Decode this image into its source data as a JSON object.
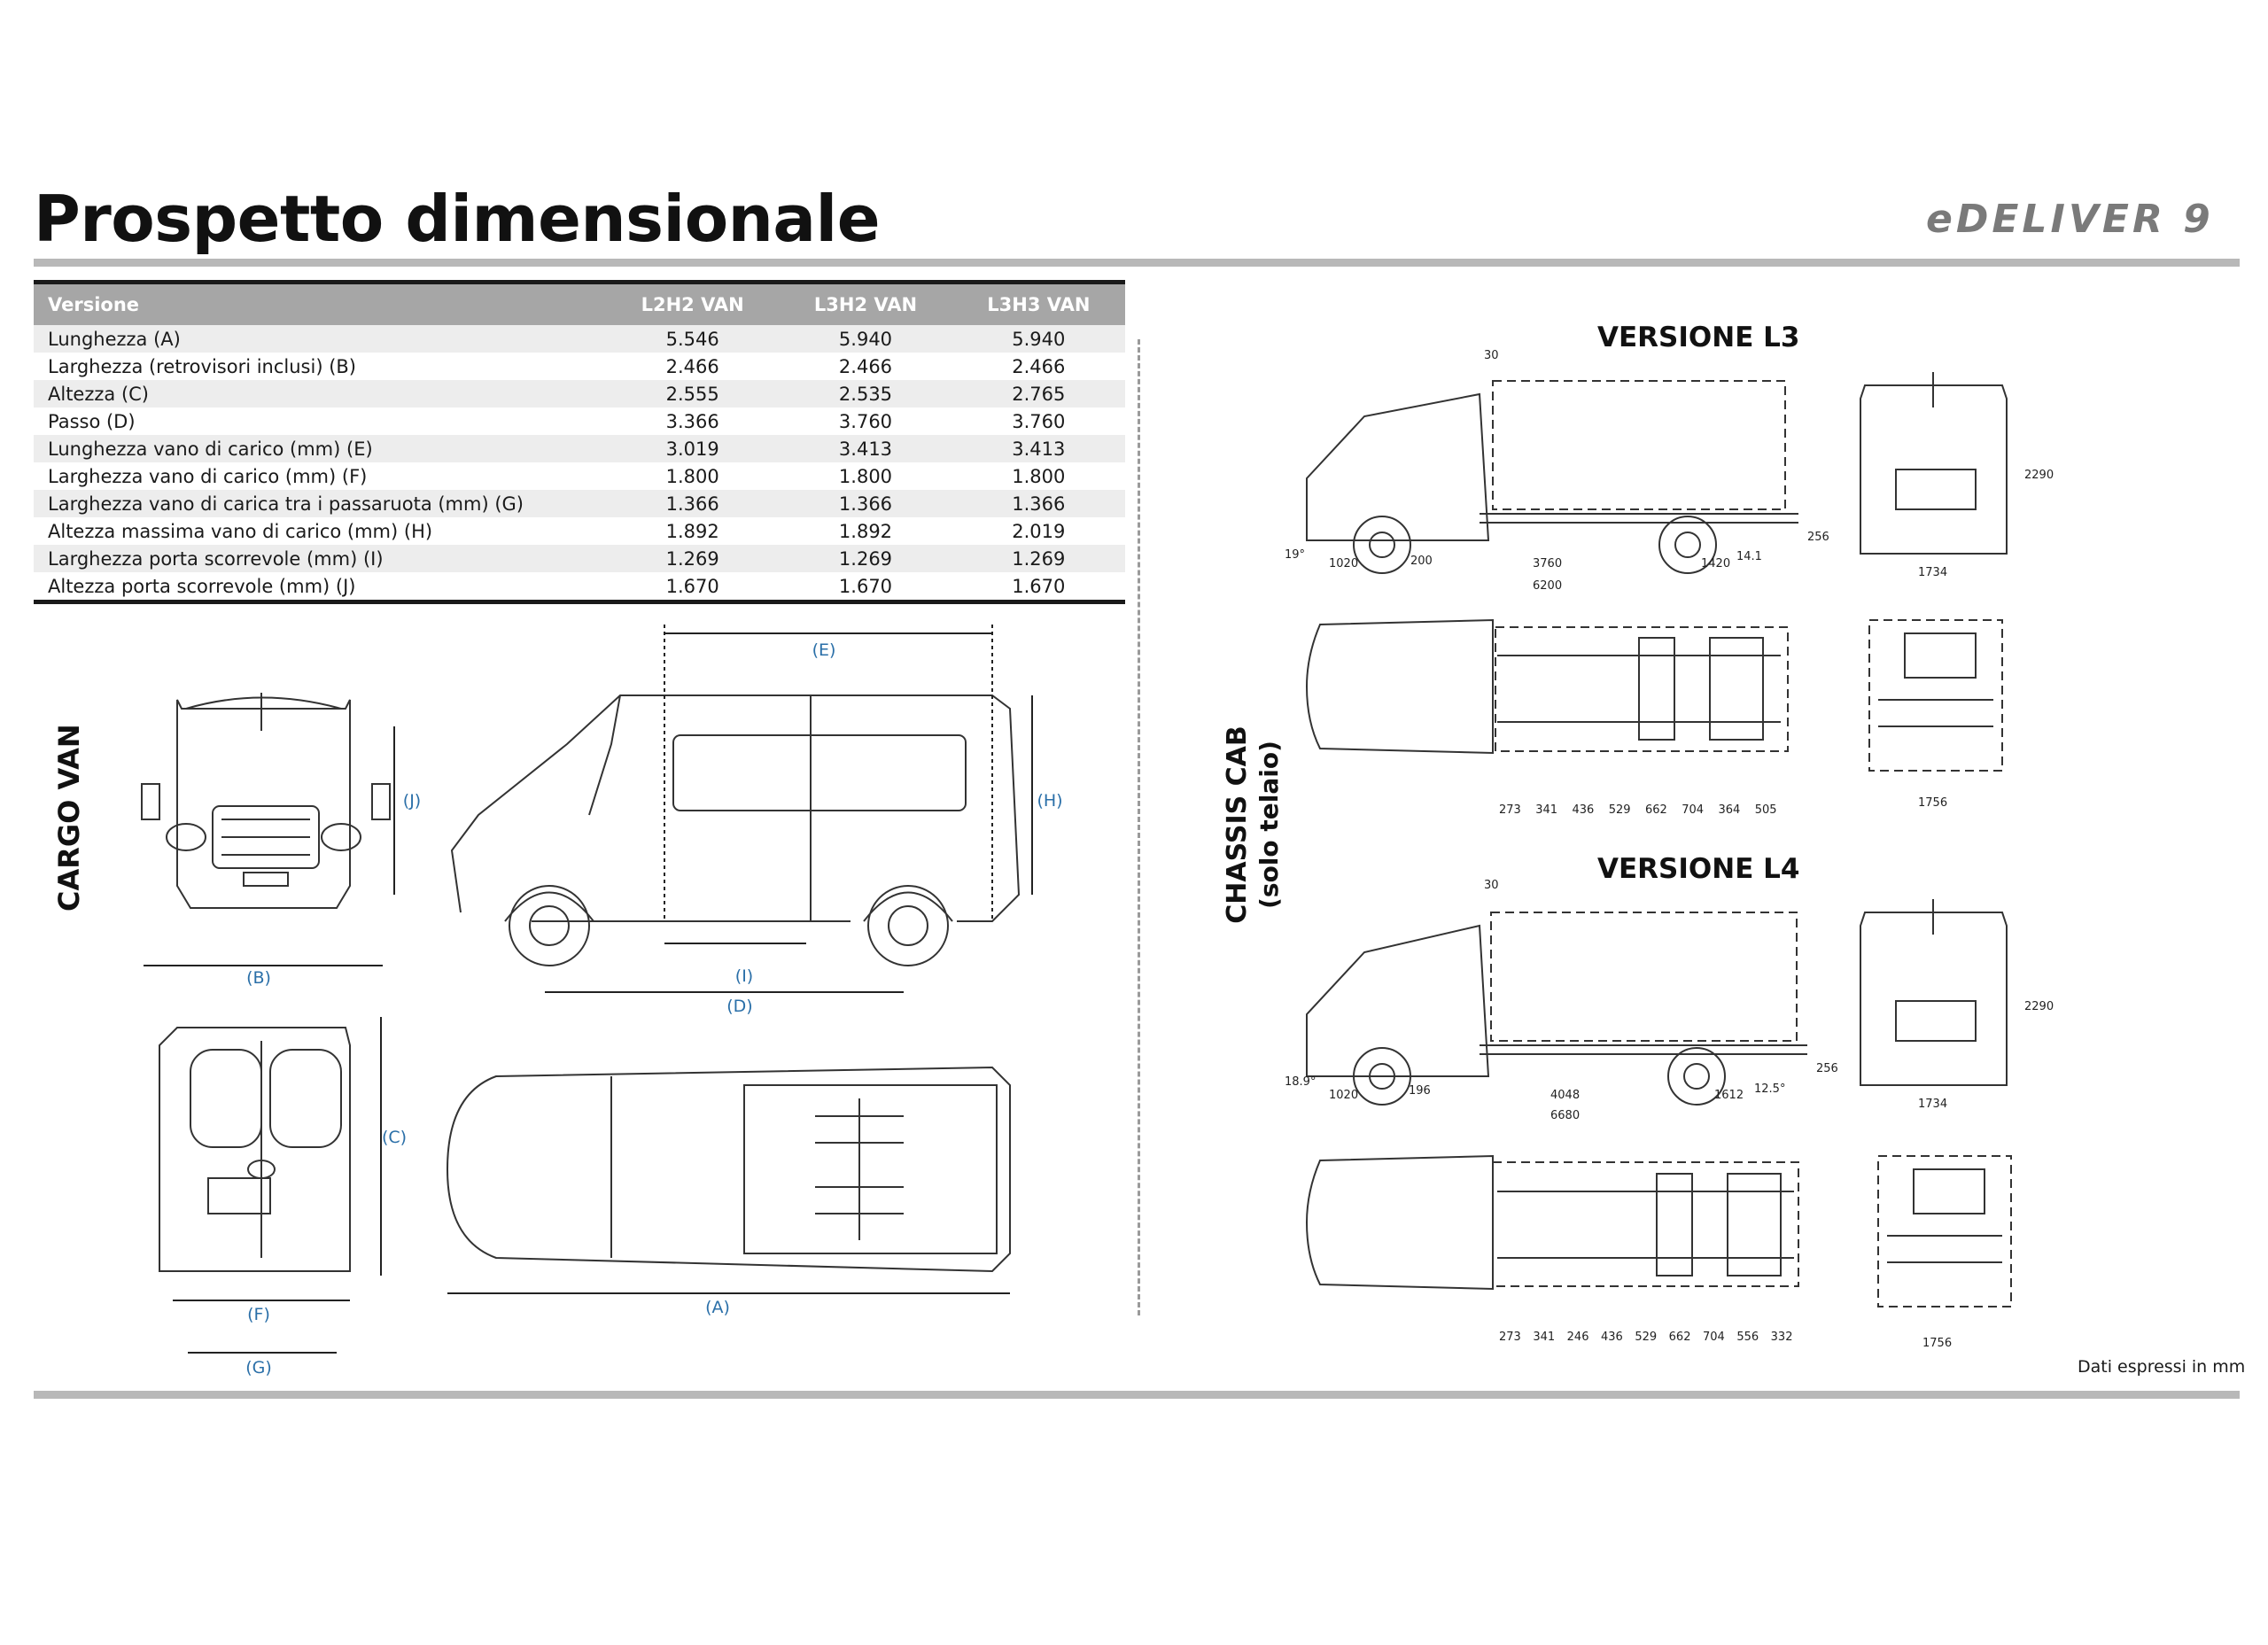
{
  "page": {
    "title": "Prospetto dimensionale",
    "footnote": "Dati espressi in mm"
  },
  "brand": {
    "logo": "eDELIVER 9",
    "accent": "#1f4e79"
  },
  "table": {
    "headers": [
      "Versione",
      "L2H2 VAN",
      "L3H2 VAN",
      "L3H3 VAN"
    ],
    "rows": [
      [
        "Lunghezza (A)",
        "5.546",
        "5.940",
        "5.940"
      ],
      [
        "Larghezza (retrovisori inclusi) (B)",
        "2.466",
        "2.466",
        "2.466"
      ],
      [
        "Altezza (C)",
        "2.555",
        "2.535",
        "2.765"
      ],
      [
        "Passo (D)",
        "3.366",
        "3.760",
        "3.760"
      ],
      [
        "Lunghezza vano di carico (mm) (E)",
        "3.019",
        "3.413",
        "3.413"
      ],
      [
        "Larghezza vano di carico (mm) (F)",
        "1.800",
        "1.800",
        "1.800"
      ],
      [
        "Larghezza vano di carica tra i passaruota (mm) (G)",
        "1.366",
        "1.366",
        "1.366"
      ],
      [
        "Altezza massima vano di carico (mm) (H)",
        "1.892",
        "1.892",
        "2.019"
      ],
      [
        "Larghezza porta scorrevole (mm) (I)",
        "1.269",
        "1.269",
        "1.269"
      ],
      [
        "Altezza porta scorrevole (mm) (J)",
        "1.670",
        "1.670",
        "1.670"
      ]
    ]
  },
  "sections": {
    "cargo": "CARGO VAN",
    "chassis": "CHASSIS CAB",
    "chassis_sub": "(solo telaio)",
    "l3": "VERSIONE L3",
    "l4": "VERSIONE L4"
  },
  "cargo_dims": {
    "a": "(A)",
    "b": "(B)",
    "c": "(C)",
    "d": "(D)",
    "e": "(E)",
    "f": "(F)",
    "g": "(G)",
    "h": "(H)",
    "i": "(I)",
    "j": "(J)"
  },
  "l3": {
    "top_offset": "30",
    "angle": "19°",
    "front": "1020",
    "gap": "200",
    "wheelbase": "3760",
    "rear": "1420",
    "rear_angle": "14.1",
    "total": "6200",
    "ground": "256",
    "height": "2290",
    "front_width": "1734",
    "rear_width": "1756",
    "frame": [
      "273",
      "341",
      "436",
      "529",
      "662",
      "704",
      "364",
      "505"
    ]
  },
  "l4": {
    "top_offset": "30",
    "angle": "18.9°",
    "front": "1020",
    "gap": "196",
    "wheelbase": "4048",
    "rear": "1612",
    "rear_angle": "12.5°",
    "total": "6680",
    "ground": "256",
    "height": "2290",
    "front_width": "1734",
    "rear_width": "1756",
    "frame": [
      "273",
      "341",
      "246",
      "436",
      "529",
      "662",
      "704",
      "556",
      "332"
    ]
  }
}
